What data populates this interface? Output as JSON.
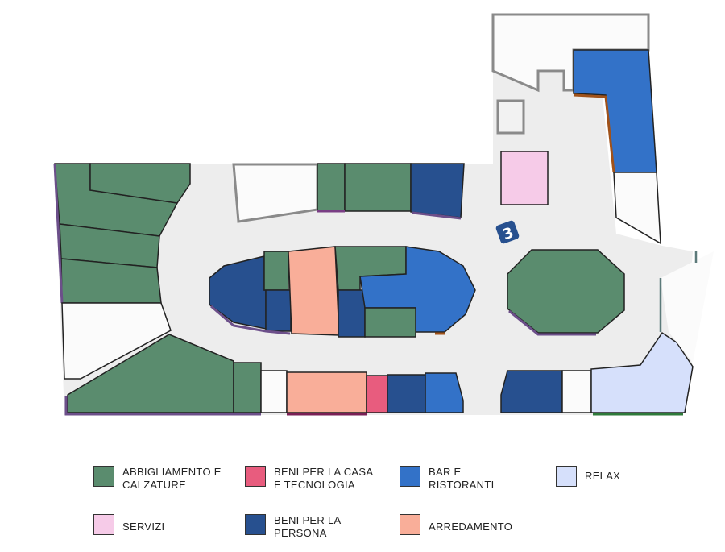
{
  "colors": {
    "abbigliamento": "#5a8c6e",
    "beni_casa": "#e85c7e",
    "bar": "#3372c8",
    "relax": "#d6e0fb",
    "servizi": "#f6cbe8",
    "beni_persona": "#27508f",
    "arredamento": "#f9ae99",
    "empty": "#fbfbfb",
    "corridor": "#ededed",
    "icon_bg": "#27508f"
  },
  "map": {
    "floor_icon_label": "3",
    "icon": "escalator-icon"
  },
  "legend": [
    {
      "id": "abbigliamento",
      "label": "ABBIGLIAMENTO E CALZATURE",
      "color": "#5a8c6e"
    },
    {
      "id": "beni-casa",
      "label": "BENI PER LA CASA E TECNOLOGIA",
      "color": "#e85c7e"
    },
    {
      "id": "bar",
      "label": "BAR E RISTORANTI",
      "color": "#3372c8"
    },
    {
      "id": "relax",
      "label": "RELAX",
      "color": "#d6e0fb"
    },
    {
      "id": "servizi",
      "label": "SERVIZI",
      "color": "#f6cbe8"
    },
    {
      "id": "beni-persona",
      "label": "BENI PER LA PERSONA",
      "color": "#27508f"
    },
    {
      "id": "arredamento",
      "label": "ARREDAMENTO",
      "color": "#f9ae99"
    }
  ]
}
